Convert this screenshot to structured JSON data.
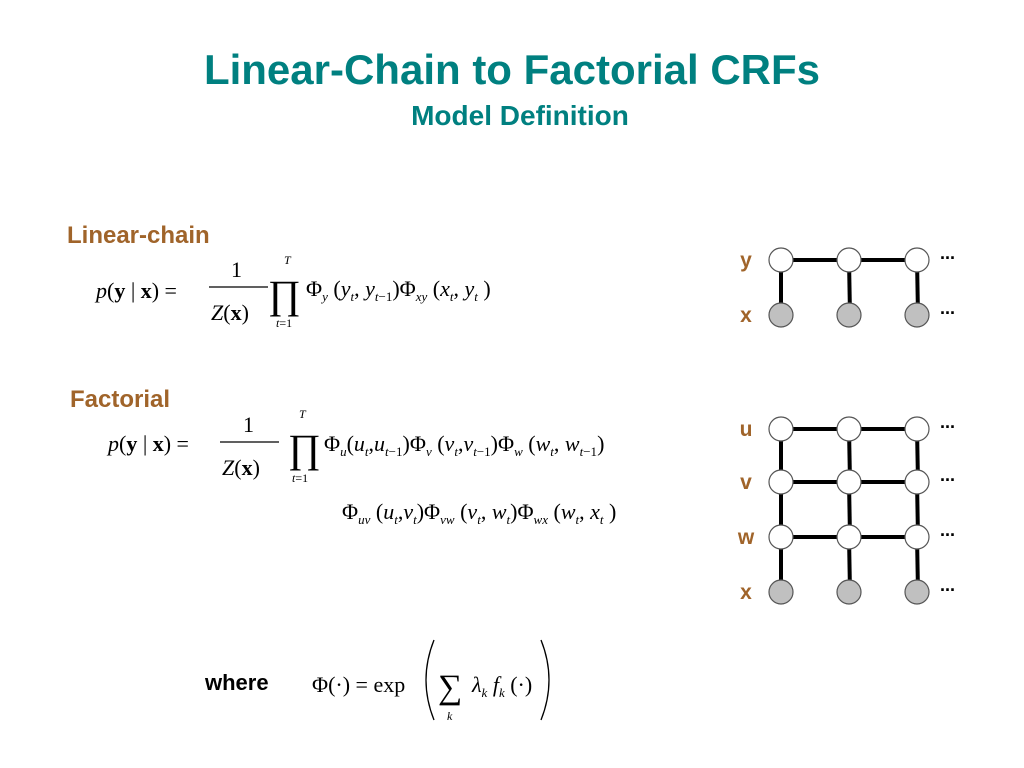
{
  "slide": {
    "title": "Linear-Chain to Factorial CRFs",
    "subtitle": "Model Definition"
  },
  "sections": {
    "linear_chain": "Linear-chain",
    "factorial": "Factorial",
    "where": "where"
  },
  "linear_chain_graph": {
    "rows": [
      {
        "label": "y",
        "type": "hidden"
      },
      {
        "label": "x",
        "type": "observed"
      }
    ],
    "columns": 3,
    "continuation": "..."
  },
  "factorial_graph": {
    "rows": [
      {
        "label": "u",
        "type": "hidden"
      },
      {
        "label": "v",
        "type": "hidden"
      },
      {
        "label": "w",
        "type": "hidden"
      },
      {
        "label": "x",
        "type": "observed"
      }
    ],
    "columns": 3,
    "continuation": "..."
  },
  "colors": {
    "title": "#008080",
    "section_label": "#a0642a",
    "hidden_node": "#ffffff",
    "observed_node": "#c0c0c0"
  }
}
